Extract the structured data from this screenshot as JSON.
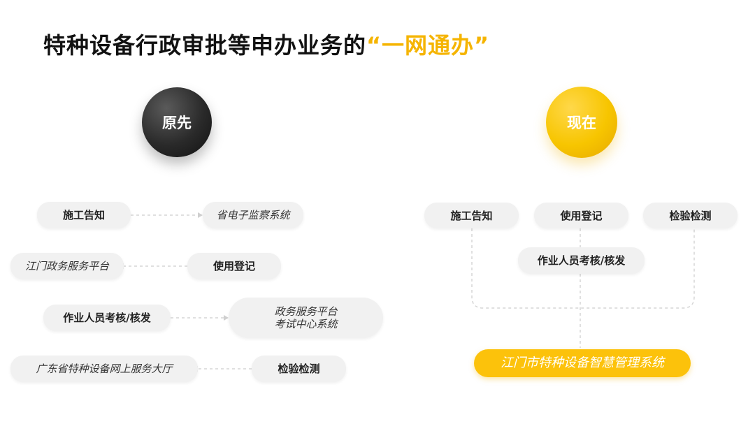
{
  "title": {
    "main": "特种设备行政审批等申办业务的",
    "highlight": "“一网通办”"
  },
  "before": {
    "label": "原先",
    "rows": [
      {
        "service": "施工告知",
        "system": "省电子监察系统"
      },
      {
        "service": "使用登记",
        "system": "江门政务服务平台"
      },
      {
        "service": "作业人员考核/核发",
        "system_line1": "政务服务平台",
        "system_line2": "考试中心系统"
      },
      {
        "service": "检验检测",
        "system": "广东省特种设备网上服务大厅"
      }
    ]
  },
  "after": {
    "label": "现在",
    "services": [
      "施工告知",
      "使用登记",
      "检验检测",
      "作业人员考核/核发"
    ],
    "system": "江门市特种设备智慧管理系统"
  },
  "colors": {
    "accent": "#f5b400",
    "dark": "#222222",
    "pill": "#f1f1f1"
  }
}
